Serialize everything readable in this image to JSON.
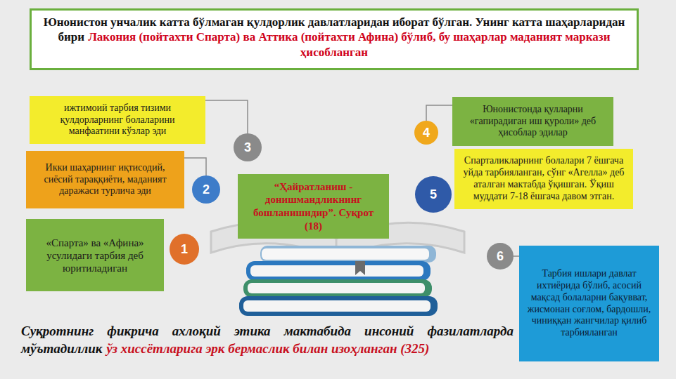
{
  "diagram": {
    "nodes": [
      {
        "text": [
          "Юнонистон унчалик катта бўлмаган қулдорлик давлатларидан иборат бўлган. Унинг катта шаҳарларидан бири",
          "Лакония (пойтахти Спарта) ва Аттика (пойтахти Афина) бўлиб, бу шаҳарлар маданият маркази ҳисобланган"
        ]
      },
      {
        "text": [
          "3"
        ]
      },
      {
        "text": [
          "ижтимоий тарбия тизими қулдорларнинг болаларини манфаатини кўзлар эди"
        ]
      },
      {
        "text": [
          "Юнонистонда қулларни «гапирадиган иш қуроли» деб ҳисоблар эдилар"
        ]
      },
      {
        "text": [
          "4"
        ]
      },
      {
        "text": [
          "Икки шаҳарнинг иқтисодий, сиёсий тараққиёти, маданият даражаси турлича эди"
        ]
      },
      {
        "text": [
          "2"
        ]
      },
      {
        "text": [
          "“Ҳайратланиш - донишмандликнинг бошланишидир”. Суқрот (18)"
        ]
      },
      {
        "text": [
          "5"
        ]
      },
      {
        "text": [
          "Спарталикларнинг болалари 7 ёшгача уйда тарбияланган, сўнг «Агелла» деб аталган мактабда ўқишган. Ўқиш муддати 7-18 ёшгача давом этган."
        ]
      },
      {
        "text": [
          "1"
        ]
      },
      {
        "text": [
          "«Спарта» ва «Афина» усулидаги тарбия деб юритиладиган"
        ]
      },
      {
        "text": [
          "6"
        ]
      },
      {
        "text": [
          "Тарбия ишлари давлат ихтиёрида бўлиб, асосий мақсад болаларни бақувват, жисмонан соғлом, бардошли, чиниққан жангчилар қилиб тарбияланган"
        ]
      }
    ],
    "edges": [
      {
        "from": 2,
        "to": 1,
        "arrow": "none"
      },
      {
        "from": 5,
        "to": 6,
        "arrow": "none"
      },
      {
        "from": 3,
        "to": 4,
        "arrow": "none"
      },
      {
        "from": 13,
        "to": 12,
        "arrow": "none"
      }
    ],
    "labels": [
      "Суқротнинг фикрича ахлоқий этика мактабида инсоний фазилатларда мўътадиллик",
      "ўз хиссётларига эрк бермаслик билан изоҳланган (325)"
    ]
  }
}
